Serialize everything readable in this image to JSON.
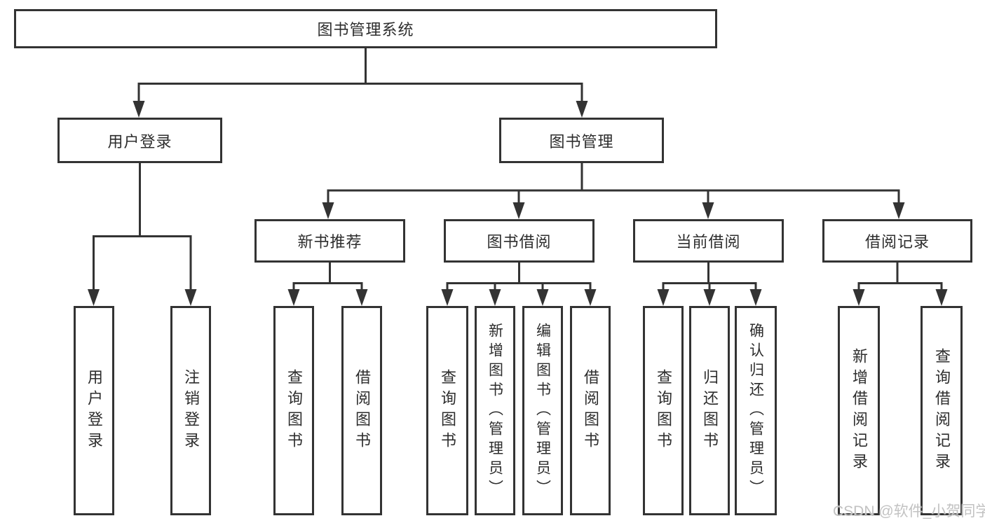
{
  "watermark": "CSDN @软件_小贺同学",
  "colors": {
    "line": "#333333",
    "box_border": "#333333",
    "text": "#2d2d2d",
    "watermark": "#c2c2c2",
    "background": "#ffffff"
  },
  "tree": {
    "root": {
      "label": "图书管理系统",
      "children": [
        {
          "label": "用户登录",
          "children": [
            {
              "label": "用户登录"
            },
            {
              "label": "注销登录"
            }
          ]
        },
        {
          "label": "图书管理",
          "children": [
            {
              "label": "新书推荐",
              "children": [
                {
                  "label": "查询图书"
                },
                {
                  "label": "借阅图书"
                }
              ]
            },
            {
              "label": "图书借阅",
              "children": [
                {
                  "label": "查询图书"
                },
                {
                  "label": "新增图书（管理员）"
                },
                {
                  "label": "编辑图书（管理员）"
                },
                {
                  "label": "借阅图书"
                }
              ]
            },
            {
              "label": "当前借阅",
              "children": [
                {
                  "label": "查询图书"
                },
                {
                  "label": "归还图书"
                },
                {
                  "label": "确认归还（管理员）"
                }
              ]
            },
            {
              "label": "借阅记录",
              "children": [
                {
                  "label": "新增借阅记录"
                },
                {
                  "label": "查询借阅记录"
                }
              ]
            }
          ]
        }
      ]
    }
  }
}
